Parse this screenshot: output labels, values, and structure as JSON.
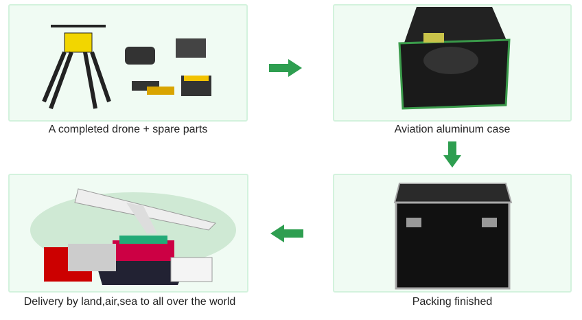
{
  "steps": [
    {
      "caption": "A completed drone + spare parts"
    },
    {
      "caption": "Aviation aluminum case"
    },
    {
      "caption": "Packing finished"
    },
    {
      "caption": "Delivery by land,air,sea to all over the world"
    }
  ],
  "colors": {
    "arrow": "#2e9e50",
    "panel_bg": "#f0fbf3",
    "panel_border": "#d3f2dd"
  }
}
